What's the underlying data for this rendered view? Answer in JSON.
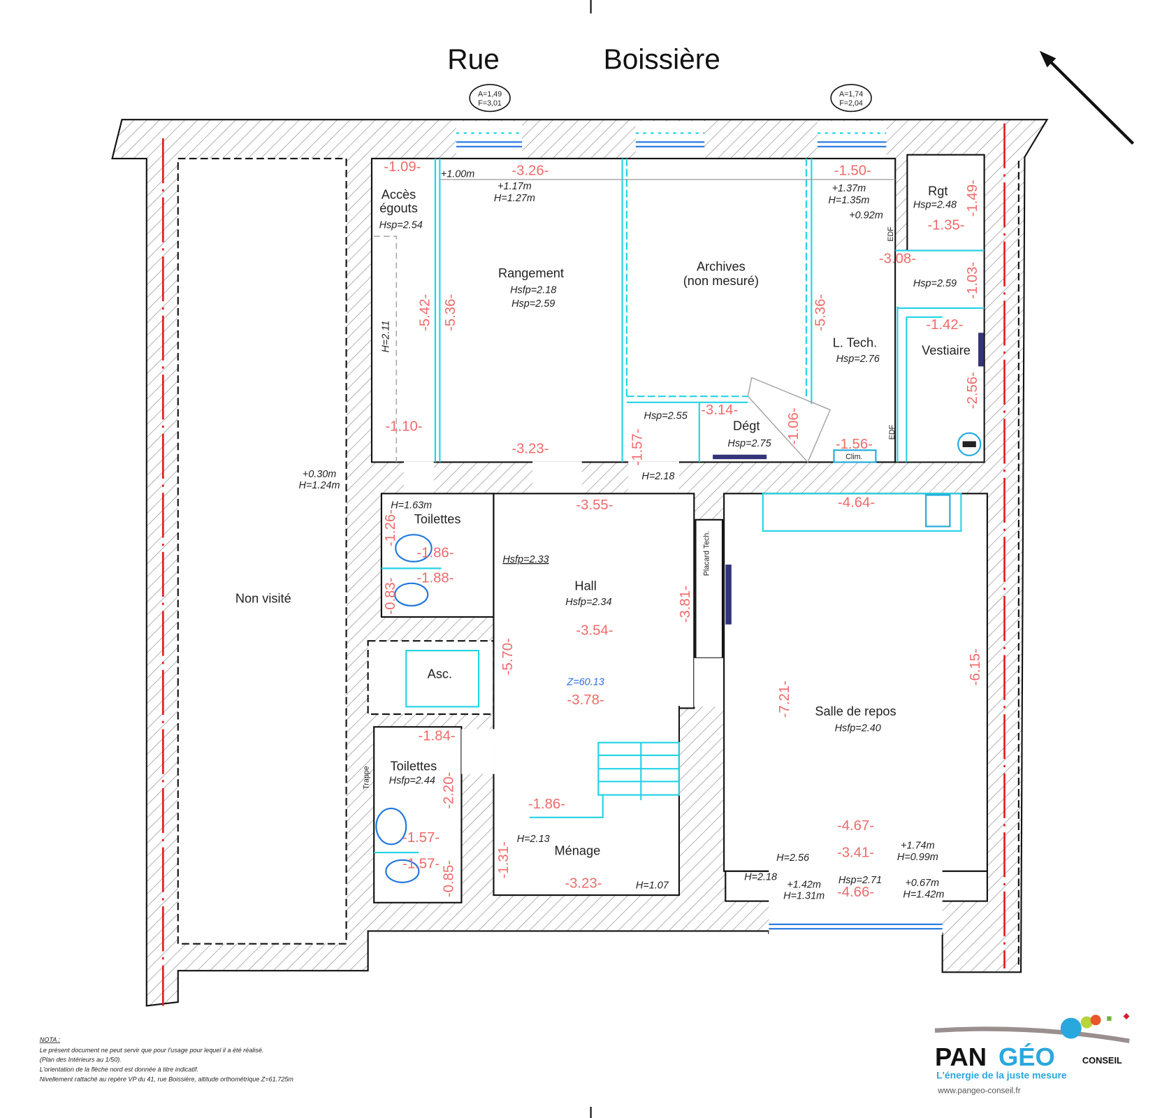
{
  "street": {
    "word1": "Rue",
    "word2": "Boissière"
  },
  "window_tags": [
    {
      "line1": "A=1,49",
      "line2": "F=3,01"
    },
    {
      "line1": "A=1,74",
      "line2": "F=2,04"
    }
  ],
  "rooms": [
    {
      "name": "Accès",
      "name2": "égouts",
      "height": "Hsp=2.54"
    },
    {
      "name": "Rangement",
      "height": "Hsfp=2.18",
      "height2": "Hsp=2.59"
    },
    {
      "name": "Archives",
      "name2": "(non mesuré)"
    },
    {
      "name": "L. Tech.",
      "height": "Hsp=2.76"
    },
    {
      "name": "Rgt",
      "height": "Hsp=2.48"
    },
    {
      "name": "Vestiaire",
      "height": "Hsp=2.59"
    },
    {
      "name": "Dégt",
      "height": "Hsp=2.75"
    },
    {
      "name": "Toilettes",
      "height": "Hsfp=2.33"
    },
    {
      "name": "Hall",
      "height": "Hsfp=2.34"
    },
    {
      "name": "Asc."
    },
    {
      "name": "Non visité"
    },
    {
      "name": "Placard Tech."
    },
    {
      "name": "Salle de repos",
      "height": "Hsfp=2.40"
    },
    {
      "name": "Toilettes",
      "height": "Hsfp=2.44"
    },
    {
      "name": "Ménage"
    },
    {
      "name": "Trappe"
    }
  ],
  "altitude": "Z=60.13",
  "notes": [
    "Hsp=2.55",
    "H=1.63m",
    "H=2.13",
    "H=1.07",
    "H=2.18",
    "+0.30m",
    "H=1.24m",
    "+1.00m",
    "+1.17m",
    "H=1.27m",
    "+1.37m",
    "H=1.35m",
    "+0.92m",
    "H=2.11",
    "EDF",
    "EDF",
    "Clim.",
    "H=2.56",
    "H=2.18",
    "+1.42m",
    "H=1.31m",
    "Hsp=2.71",
    "+1.74m",
    "H=0.99m",
    "+0.67m",
    "H=1.42m"
  ],
  "dims": [
    "-1.09-",
    "-3.26-",
    "-1.50-",
    "-1.49-",
    "-1.35-",
    "-3.08-",
    "-1.03-",
    "-1.42-",
    "-2.56-",
    "-5.42-",
    "-5.36-",
    "-5.36-",
    "-1.10-",
    "-3.23-",
    "-3.14-",
    "-1.57-",
    "-1.06-",
    "-1.56-",
    "-3.55-",
    "-4.64-",
    "-1.26-",
    "-1.86-",
    "-1.88-",
    "-0.83-",
    "-3.81-",
    "-3.54-",
    "-5.70-",
    "-3.78-",
    "-7.21-",
    "-6.15-",
    "-1.84-",
    "-2.20-",
    "-1.86-",
    "-1.57-",
    "-1.57-",
    "-0.85-",
    "-1.31-",
    "-3.23-",
    "-4.67-",
    "-3.41-",
    "-4.66-"
  ],
  "nota": {
    "title": "NOTA :",
    "lines": [
      "Le présent document ne peut servir que pour l'usage pour lequel il a été réalisé.",
      "(Plan des Intérieurs au 1/50).",
      "L'orientation de la flèche nord est donnée à titre indicatif.",
      "Nivellement rattaché au repère VP du 41, rue Boissière, altitude orthométrique Z=61.725m"
    ]
  },
  "logo": {
    "pan": "PAN",
    "geo": "GÉO",
    "conseil": "CONSEIL",
    "tagline": "L'énergie de la juste mesure",
    "url": "www.pangeo-conseil.fr"
  },
  "colors": {
    "dimension": "#f06a6a",
    "fixture": "#22d3e6",
    "window": "#2277dd",
    "axis": "#e02020",
    "brand_blue": "#29a8dd"
  }
}
